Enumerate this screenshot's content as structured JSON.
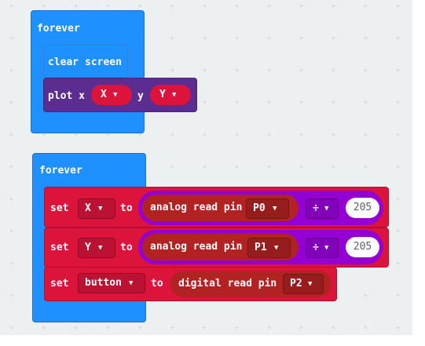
{
  "block1": {
    "hat": "forever",
    "clear": "clear screen",
    "plot": {
      "label": "plot x",
      "x": "X",
      "y_label": "y",
      "y": "Y"
    }
  },
  "block2": {
    "hat": "forever",
    "rows": [
      {
        "set": "set",
        "var": "X",
        "to": "to",
        "read": "analog read pin",
        "pin": "P0",
        "op": "÷",
        "num": "205"
      },
      {
        "set": "set",
        "var": "Y",
        "to": "to",
        "read": "analog read pin",
        "pin": "P1",
        "op": "÷",
        "num": "205"
      },
      {
        "set": "set",
        "var": "button",
        "to": "to",
        "read": "digital read pin",
        "pin": "P2"
      }
    ]
  },
  "caret": "▼",
  "colors": {
    "basic": "#1e90ff",
    "led": "#5c2d91",
    "variables": "#dc143c",
    "pins": "#b22222",
    "math": "#9400d3",
    "workspace": "#ecf0f1"
  }
}
